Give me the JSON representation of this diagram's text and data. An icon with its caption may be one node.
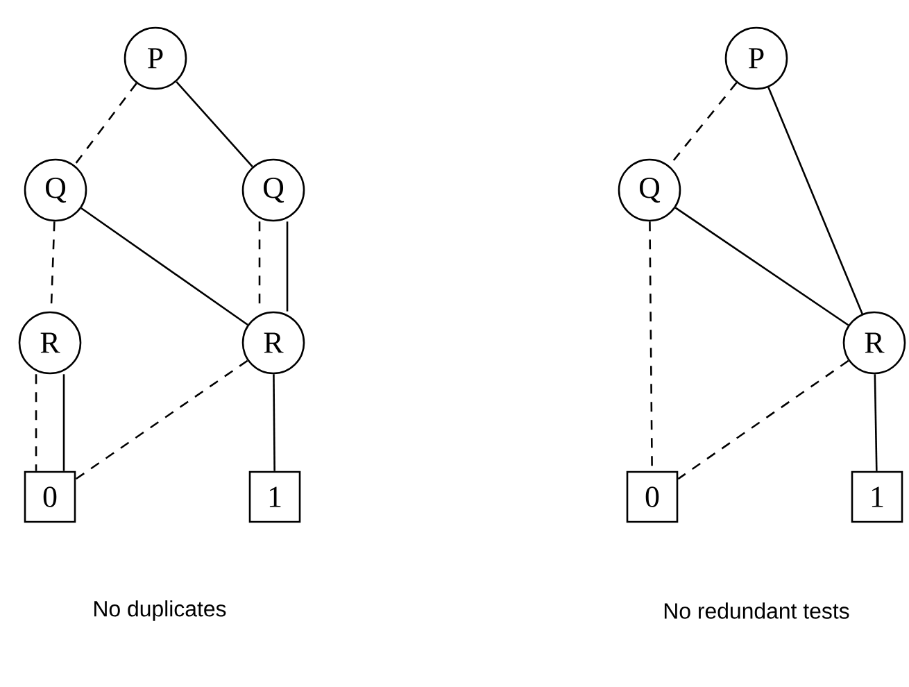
{
  "diagram": {
    "nodes": [
      {
        "text": [
          "P"
        ]
      },
      {
        "text": [
          "Q"
        ]
      },
      {
        "text": [
          "Q"
        ]
      },
      {
        "text": [
          "R"
        ]
      },
      {
        "text": [
          "R"
        ]
      },
      {
        "text": [
          "0"
        ]
      },
      {
        "text": [
          "1"
        ]
      },
      {
        "text": [
          "P"
        ]
      },
      {
        "text": [
          "Q"
        ]
      },
      {
        "text": [
          "R"
        ]
      },
      {
        "text": [
          "0"
        ]
      },
      {
        "text": [
          "1"
        ]
      }
    ],
    "edges": [
      {
        "from": 0,
        "to": 1,
        "arrow": "none",
        "style": "dashed"
      },
      {
        "from": 0,
        "to": 2,
        "arrow": "none"
      },
      {
        "from": 1,
        "to": 3,
        "arrow": "none",
        "style": "dashed"
      },
      {
        "from": 1,
        "to": 4,
        "arrow": "none"
      },
      {
        "from": 2,
        "to": 4,
        "arrow": "none",
        "style": "dashed"
      },
      {
        "from": 2,
        "to": 4,
        "arrow": "none"
      },
      {
        "from": 3,
        "to": 5,
        "arrow": "none",
        "style": "dashed"
      },
      {
        "from": 3,
        "to": 5,
        "arrow": "none"
      },
      {
        "from": 4,
        "to": 5,
        "arrow": "none",
        "style": "dashed"
      },
      {
        "from": 4,
        "to": 6,
        "arrow": "none"
      },
      {
        "from": 7,
        "to": 8,
        "arrow": "none",
        "style": "dashed"
      },
      {
        "from": 7,
        "to": 9,
        "arrow": "none"
      },
      {
        "from": 8,
        "to": 9,
        "arrow": "none"
      },
      {
        "from": 8,
        "to": 10,
        "arrow": "none",
        "style": "dashed"
      },
      {
        "from": 9,
        "to": 10,
        "arrow": "none",
        "style": "dashed"
      },
      {
        "from": 9,
        "to": 11,
        "arrow": "none"
      }
    ],
    "labels": [
      "No duplicates",
      "No redundant tests"
    ]
  }
}
